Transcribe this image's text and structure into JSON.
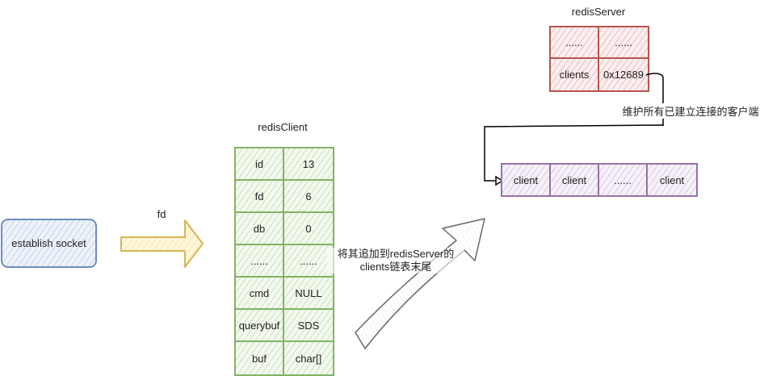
{
  "socket": {
    "label": "establish socket"
  },
  "fd_arrow": {
    "label": "fd"
  },
  "redis_client": {
    "title": "redisClient",
    "rows": [
      {
        "field": "id",
        "value": "13"
      },
      {
        "field": "fd",
        "value": "6"
      },
      {
        "field": "db",
        "value": "0"
      },
      {
        "field": "......",
        "value": "......"
      },
      {
        "field": "cmd",
        "value": "NULL"
      },
      {
        "field": "querybuf",
        "value": "SDS"
      },
      {
        "field": "buf",
        "value": "char[]"
      }
    ]
  },
  "append_arrow": {
    "label_line1": "将其追加到redisServer的",
    "label_line2": "clients链表末尾"
  },
  "redis_server": {
    "title": "redisServer",
    "rows": [
      {
        "field": "......",
        "value": "......"
      },
      {
        "field": "clients",
        "value": "0x12689"
      }
    ]
  },
  "connector": {
    "label": "维护所有已建立连接的客户端"
  },
  "client_list": {
    "items": [
      "client",
      "client",
      "......",
      "client"
    ]
  },
  "colors": {
    "socket_border": "#6c8ebf",
    "fd_arrow": "#d6b656",
    "client_border": "#82b366",
    "server_border": "#b85450",
    "list_border": "#9673a6",
    "append_arrow": "#666666"
  }
}
